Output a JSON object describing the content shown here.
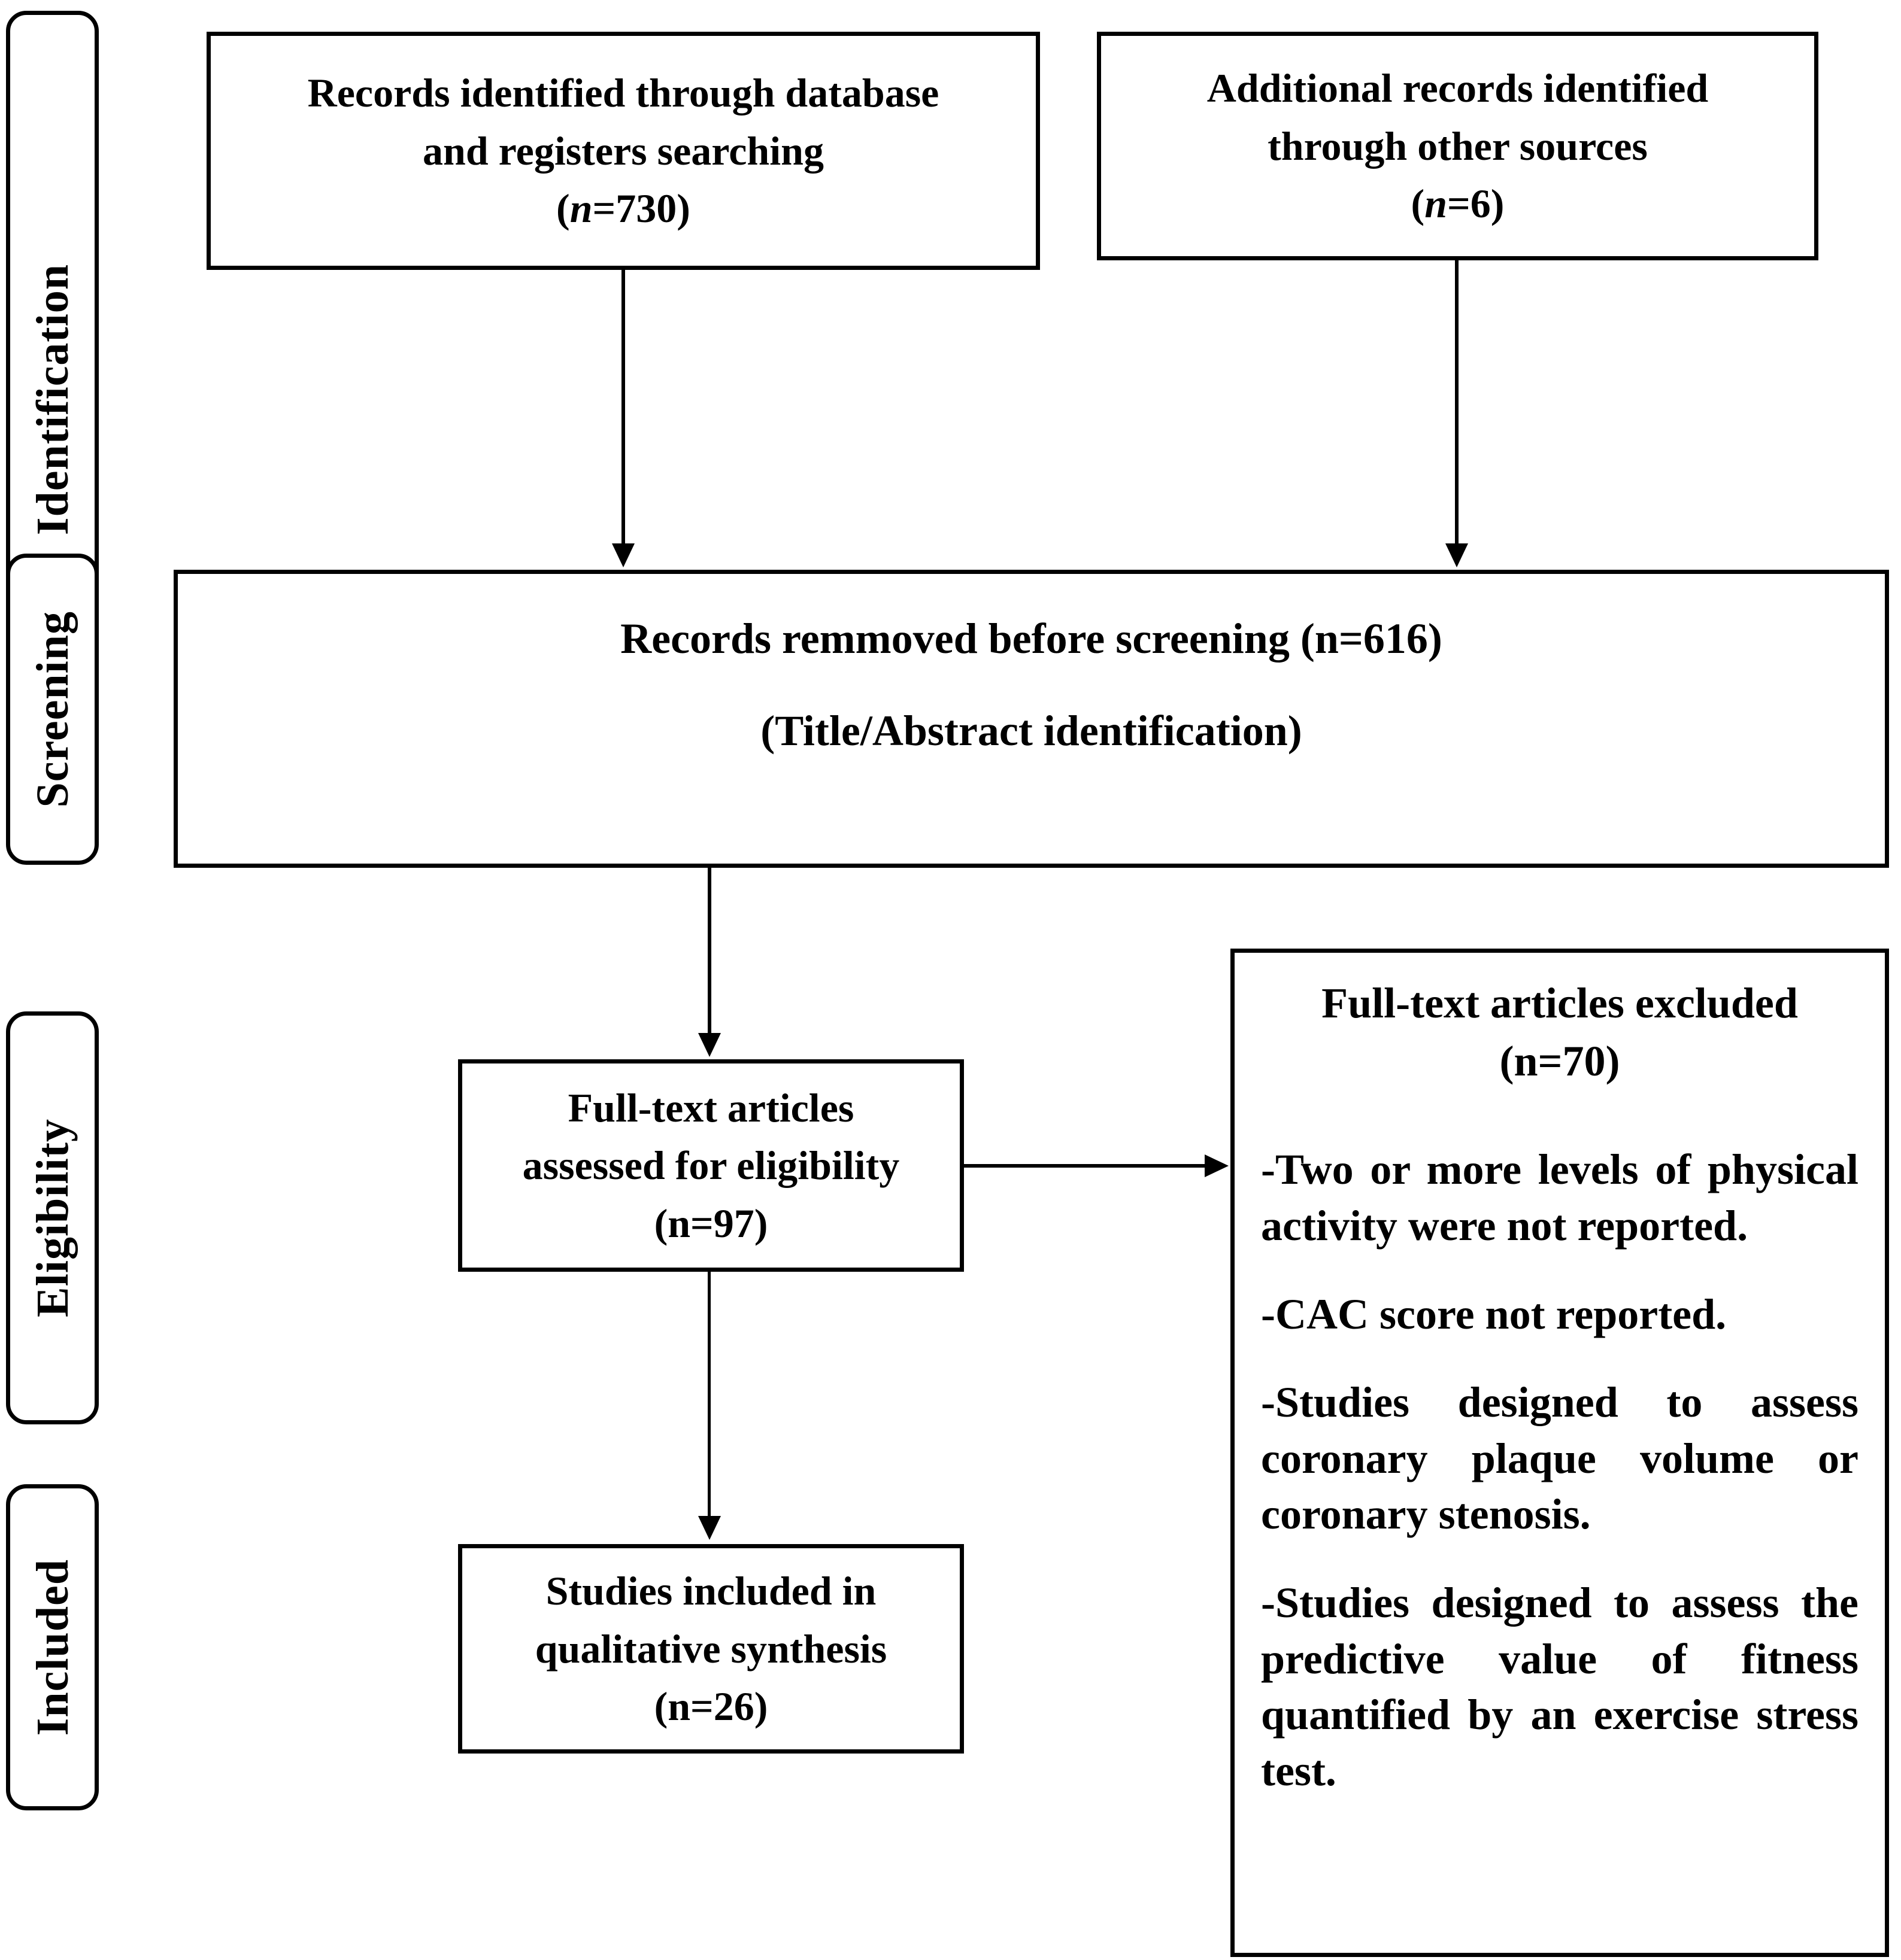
{
  "diagram": {
    "type": "prisma-flow-diagram",
    "stages": [
      {
        "id": "identification",
        "label": "Identification"
      },
      {
        "id": "screening",
        "label": "Screening"
      },
      {
        "id": "eligibility",
        "label": "Eligibility"
      },
      {
        "id": "included",
        "label": "Included"
      }
    ],
    "boxes": {
      "database_records": {
        "line1": "Records identified through database",
        "line2": "and registers searching",
        "count_prefix": "(",
        "count_italic_n": "n",
        "count_value": "=730)"
      },
      "other_records": {
        "line1": "Additional records identified",
        "line2": "through other sources",
        "count_prefix": "(",
        "count_italic_n": "n",
        "count_value": "=6)"
      },
      "records_removed": {
        "line1": "Records remmoved before screening (n=616)",
        "line2": "(Title/Abstract identification)"
      },
      "full_text_assessed": {
        "line1": "Full-text articles",
        "line2": "assessed for eligibility",
        "line3": "(n=97)"
      },
      "studies_included": {
        "line1": "Studies included in",
        "line2": "qualitative synthesis",
        "line3": "(n=26)"
      },
      "full_text_excluded": {
        "head_line1": "Full-text articles excluded",
        "head_line2": "(n=70)",
        "reasons": [
          "-Two or more levels of physical activity were not reported.",
          "-CAC score not reported.",
          "-Studies designed to assess coronary plaque volume or coronary stenosis.",
          "-Studies designed to assess the predictive value of fitness quantified by an exercise stress test."
        ]
      }
    },
    "colors": {
      "stroke": "#000000",
      "background": "#ffffff",
      "text": "#000000"
    }
  }
}
